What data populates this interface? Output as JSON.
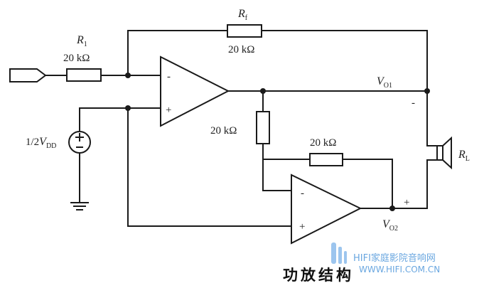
{
  "labels": {
    "rf_symbol": "R",
    "rf_sub": "f",
    "rf_value": "20 kΩ",
    "r1_symbol": "R",
    "r1_sub": "1",
    "r1_value": "20 kΩ",
    "r_mid_value": "20 kΩ",
    "r_fb2_value": "20 kΩ",
    "vo1_symbol": "V",
    "vo1_sub": "O1",
    "vo2_symbol": "V",
    "vo2_sub": "O2",
    "rl_symbol": "R",
    "rl_sub": "L",
    "source_prefix": "1/2",
    "source_symbol": "V",
    "source_sub": "DD",
    "minus": "-",
    "plus": "+"
  },
  "caption": "功放结构",
  "watermark": {
    "brand": "HIFI家庭影院音响网",
    "url": "WWW.HIFI.COM.CN"
  }
}
